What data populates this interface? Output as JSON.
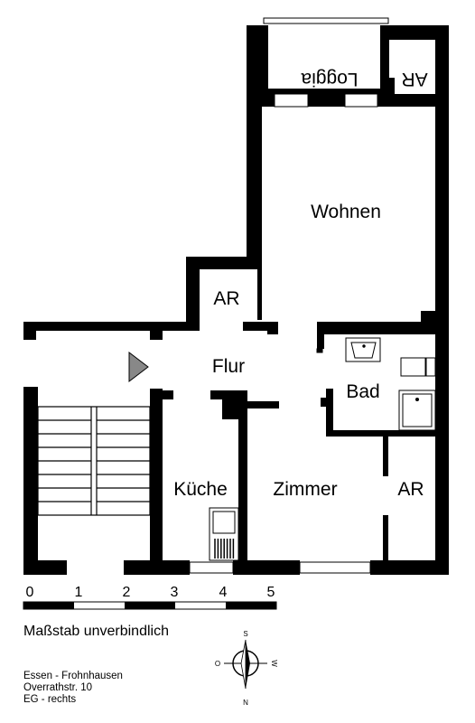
{
  "rooms": {
    "loggia": "Loggia",
    "ar_top": "AR",
    "wohnen": "Wohnen",
    "ar_middle": "AR",
    "flur": "Flur",
    "bad": "Bad",
    "kueche": "Küche",
    "zimmer": "Zimmer",
    "ar_right": "AR"
  },
  "scale_bar": {
    "ticks": [
      "0",
      "1",
      "2",
      "3",
      "4",
      "5"
    ],
    "note": "Maßstab unverbindlich"
  },
  "compass": {
    "s": "S",
    "o": "O",
    "w": "W",
    "n": "N"
  },
  "address": {
    "line1": "Essen - Frohnhausen",
    "line2": "Overrathstr. 10",
    "line3": "EG - rechts"
  },
  "colors": {
    "wall": "#000000",
    "entrance_marker": "#888888"
  }
}
